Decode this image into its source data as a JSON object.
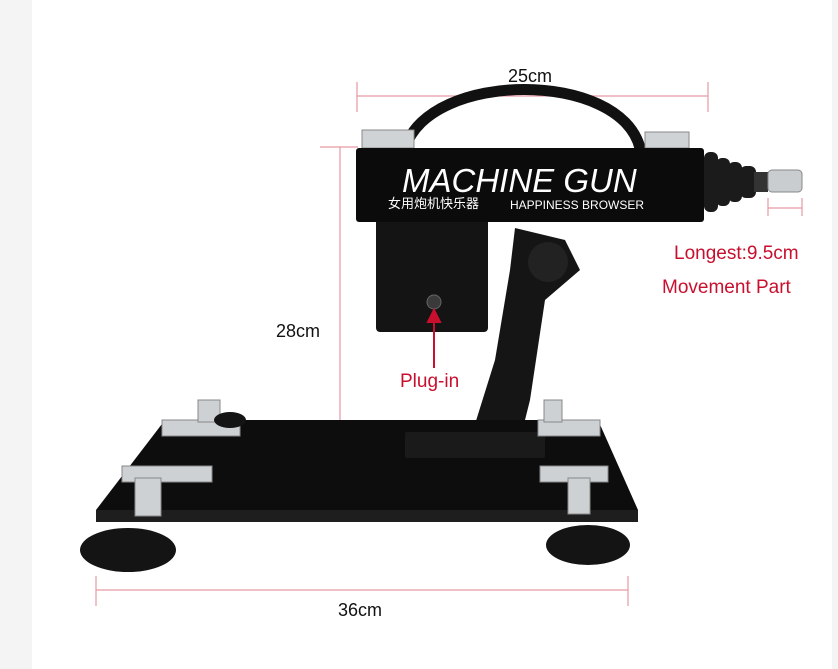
{
  "product": {
    "brand_text": "MACHINE GUN",
    "chinese_text": "女用炮机快乐器",
    "sub_text": "HAPPINESS BROWSER"
  },
  "dimensions": {
    "width_top": "25cm",
    "height": "28cm",
    "base_width": "36cm"
  },
  "annotations": {
    "stroke": "Longest:9.5cm",
    "movement": "Movement Part",
    "plug": "Plug-in"
  },
  "colors": {
    "accent_red": "#c8102e",
    "dimension_line": "#e79aa4",
    "body": "#0b0b0b"
  }
}
